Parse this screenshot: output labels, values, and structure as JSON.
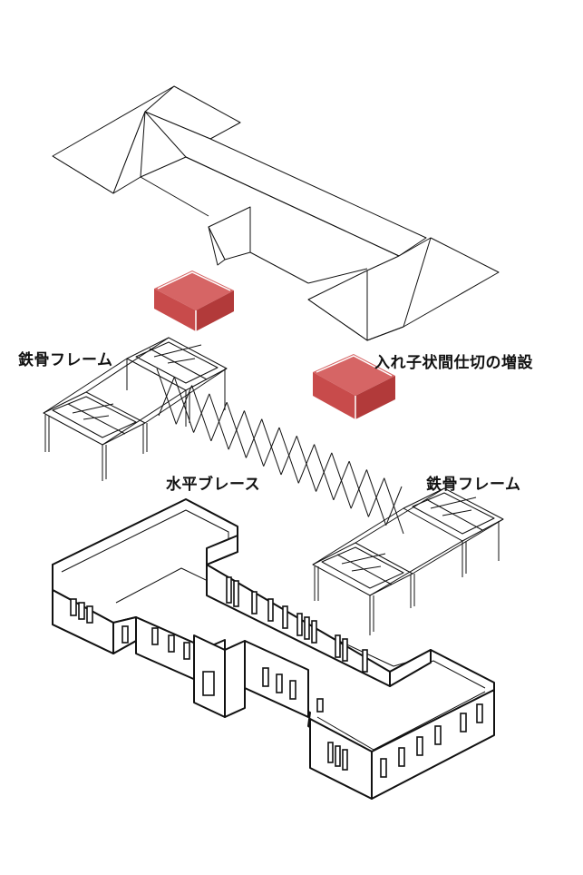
{
  "labels": {
    "steel_frame_left": "鉄骨フレーム",
    "partition": "入れ子状間仕切の増設",
    "horizontal_brace": "水平ブレース",
    "steel_frame_right": "鉄骨フレーム"
  },
  "colors": {
    "box_front": "#c84b4b",
    "box_side": "#b23a3a",
    "box_top": "#d66565",
    "line": "#111111",
    "background": "#ffffff"
  }
}
